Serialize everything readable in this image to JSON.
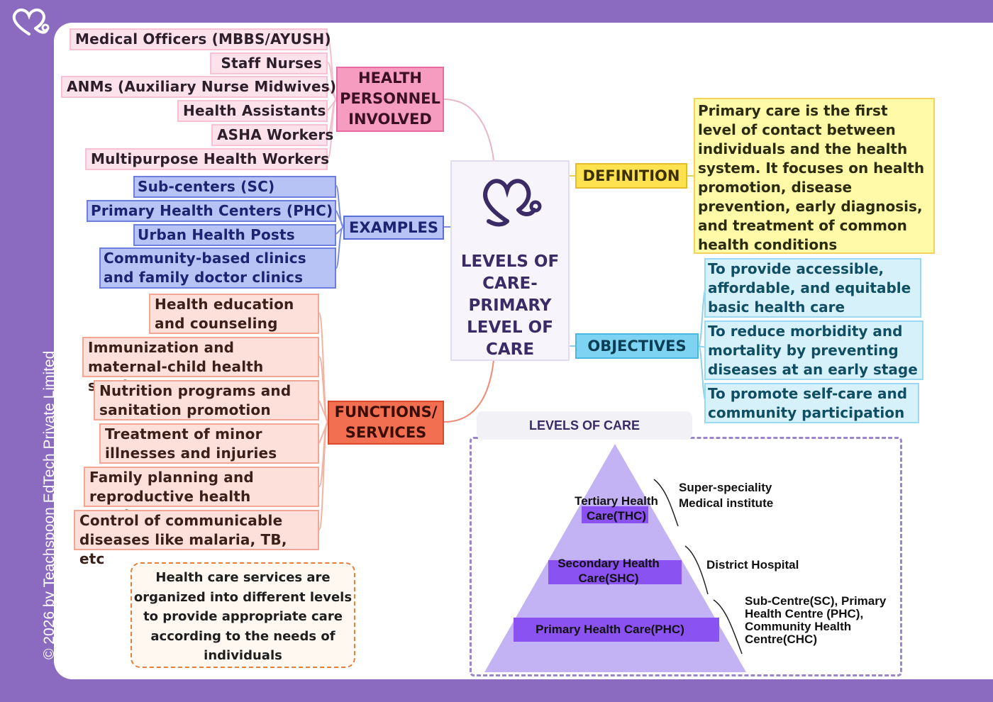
{
  "copyright": "© 2026 by Teachspoon EdTech Private Limited",
  "center": {
    "title": "LEVELS OF CARE- PRIMARY LEVEL OF CARE",
    "logo": "heart-stethoscope-icon"
  },
  "health_personnel": {
    "label": "HEALTH PERSONNEL INVOLVED",
    "items": [
      "Medical Officers (MBBS/AYUSH)",
      "Staff Nurses",
      "ANMs (Auxiliary Nurse Midwives)",
      "Health Assistants",
      "ASHA Workers",
      "Multipurpose Health Workers"
    ]
  },
  "examples": {
    "label": "EXAMPLES",
    "items": [
      "Sub-centers (SC)",
      "Primary Health Centers (PHC)",
      "Urban Health Posts",
      "Community-based clinics and family doctor clinics"
    ]
  },
  "functions": {
    "label": "FUNCTIONS/ SERVICES",
    "items": [
      "Health education and counseling",
      "Immunization and maternal-child health services",
      "Nutrition programs and sanitation promotion",
      "Treatment of minor illnesses and injuries",
      "Family planning and reproductive health services",
      "Control of communicable diseases like malaria, TB, etc"
    ]
  },
  "definition": {
    "label": "DEFINITION",
    "text": "Primary care is the first level of contact between individuals and the health system. It focuses on health promotion, disease prevention, early diagnosis, and treatment of common health conditions"
  },
  "objectives": {
    "label": "OBJECTIVES",
    "items": [
      "To provide accessible, affordable, and equitable basic health care",
      "To reduce morbidity and mortality by preventing diseases at an early stage",
      "To promote self-care and community participation"
    ]
  },
  "note": "Health care services are organized into different levels to provide appropriate care according to the needs of individuals",
  "levels_of_care": {
    "title": "LEVELS OF CARE",
    "tiers": [
      {
        "name": "Tertiary Health Care(THC)",
        "facility": "Super-speciality Medical institute"
      },
      {
        "name": "Secondary Health Care(SHC)",
        "facility": "District Hospital"
      },
      {
        "name": "Primary Health Care(PHC)",
        "facility": "Sub-Centre(SC), Primary Health Centre (PHC), Community Health Centre(CHC)"
      }
    ]
  },
  "colors": {
    "page_background": "#8a6bbf",
    "health_personnel": "#f48fb8",
    "examples": "#8f9ff0",
    "functions": "#f26f52",
    "definition": "#ffe24f",
    "objectives": "#7fd3f2",
    "pyramid": "#c4b3f4",
    "tier_bar": "#8a52f0"
  }
}
